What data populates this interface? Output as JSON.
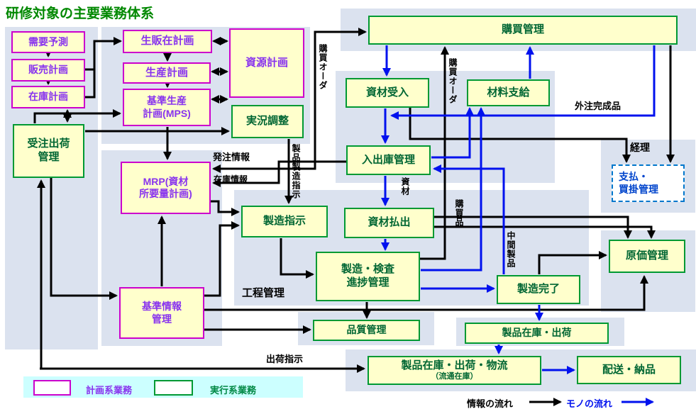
{
  "title": "研修対象の主要業務体系",
  "boxes": {
    "demand": {
      "label": "需要予測"
    },
    "sales": {
      "label": "販売計画"
    },
    "invplan": {
      "label": "在庫計画"
    },
    "psi": {
      "label": "生販在計画"
    },
    "prodplan": {
      "label": "生産計画"
    },
    "mps": {
      "label": "基準生産\n計画(MPS)"
    },
    "resource": {
      "label": "資源計画"
    },
    "adjust": {
      "label": "実況調整"
    },
    "ordership": {
      "label": "受注出荷\n管理"
    },
    "mrp": {
      "label": "MRP(資材\n所要量計画)"
    },
    "master": {
      "label": "基準情報\n管理"
    },
    "purchasing": {
      "label": "購買管理"
    },
    "matreceipt": {
      "label": "資材受入"
    },
    "matsupply": {
      "label": "材料支給"
    },
    "warehouse": {
      "label": "入出庫管理"
    },
    "matissue": {
      "label": "資材払出"
    },
    "mfginst": {
      "label": "製造指示"
    },
    "mfginspect": {
      "label": "製造・検査\n進捗管理"
    },
    "mfgdone": {
      "label": "製造完了"
    },
    "quality": {
      "label": "品質管理"
    },
    "cost": {
      "label": "原価管理"
    },
    "prodstock": {
      "label": "製品在庫・出荷"
    },
    "logistics": {
      "label": "製品在庫・出荷・物流",
      "sublabel": "（流通在庫）"
    },
    "delivery": {
      "label": "配送・納品"
    },
    "payment": {
      "label": "支払・\n買掛管理"
    }
  },
  "flow_labels": {
    "po_left": "購買オーダ",
    "po_right": "購買オーダ",
    "order_info": "発注情報",
    "stock_info": "在庫情報",
    "prod_mfg_inst": "製品製造指示",
    "material": "資材",
    "purchased": "購買品",
    "intermediate": "中間製品",
    "outsourced": "外注完成品",
    "accounting": "経理",
    "process_mgmt": "工程管理",
    "ship_inst": "出荷指示"
  },
  "legend": {
    "planning": "計画系業務",
    "execution": "実行系業務",
    "info_flow": "情報の流れ",
    "material_flow": "モノの流れ"
  },
  "colors": {
    "title": "#008800",
    "planning_border": "#cc00cc",
    "planning_text": "#8833ee",
    "execution_border": "#009933",
    "execution_text": "#006633",
    "finance_border": "#0077cc",
    "finance_text": "#0044cc",
    "box_fill": "#ffffcc",
    "panel": "#dbe2ef",
    "legend_band": "#ccffff",
    "info_flow": "#000000",
    "material_flow": "#0011ee"
  }
}
